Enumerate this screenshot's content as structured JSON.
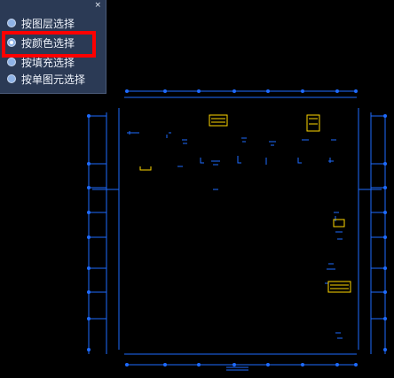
{
  "panel": {
    "close_label": "×",
    "options": [
      {
        "label": "按图层选择",
        "selected": false
      },
      {
        "label": "按颜色选择",
        "selected": true
      },
      {
        "label": "按填充选择",
        "selected": false
      },
      {
        "label": "按单图元选择",
        "selected": false
      }
    ]
  },
  "colors": {
    "background": "#000000",
    "cad_lines": "#1e6bff",
    "highlight": "#ff0000",
    "yellow_elements": "#ffd700"
  }
}
